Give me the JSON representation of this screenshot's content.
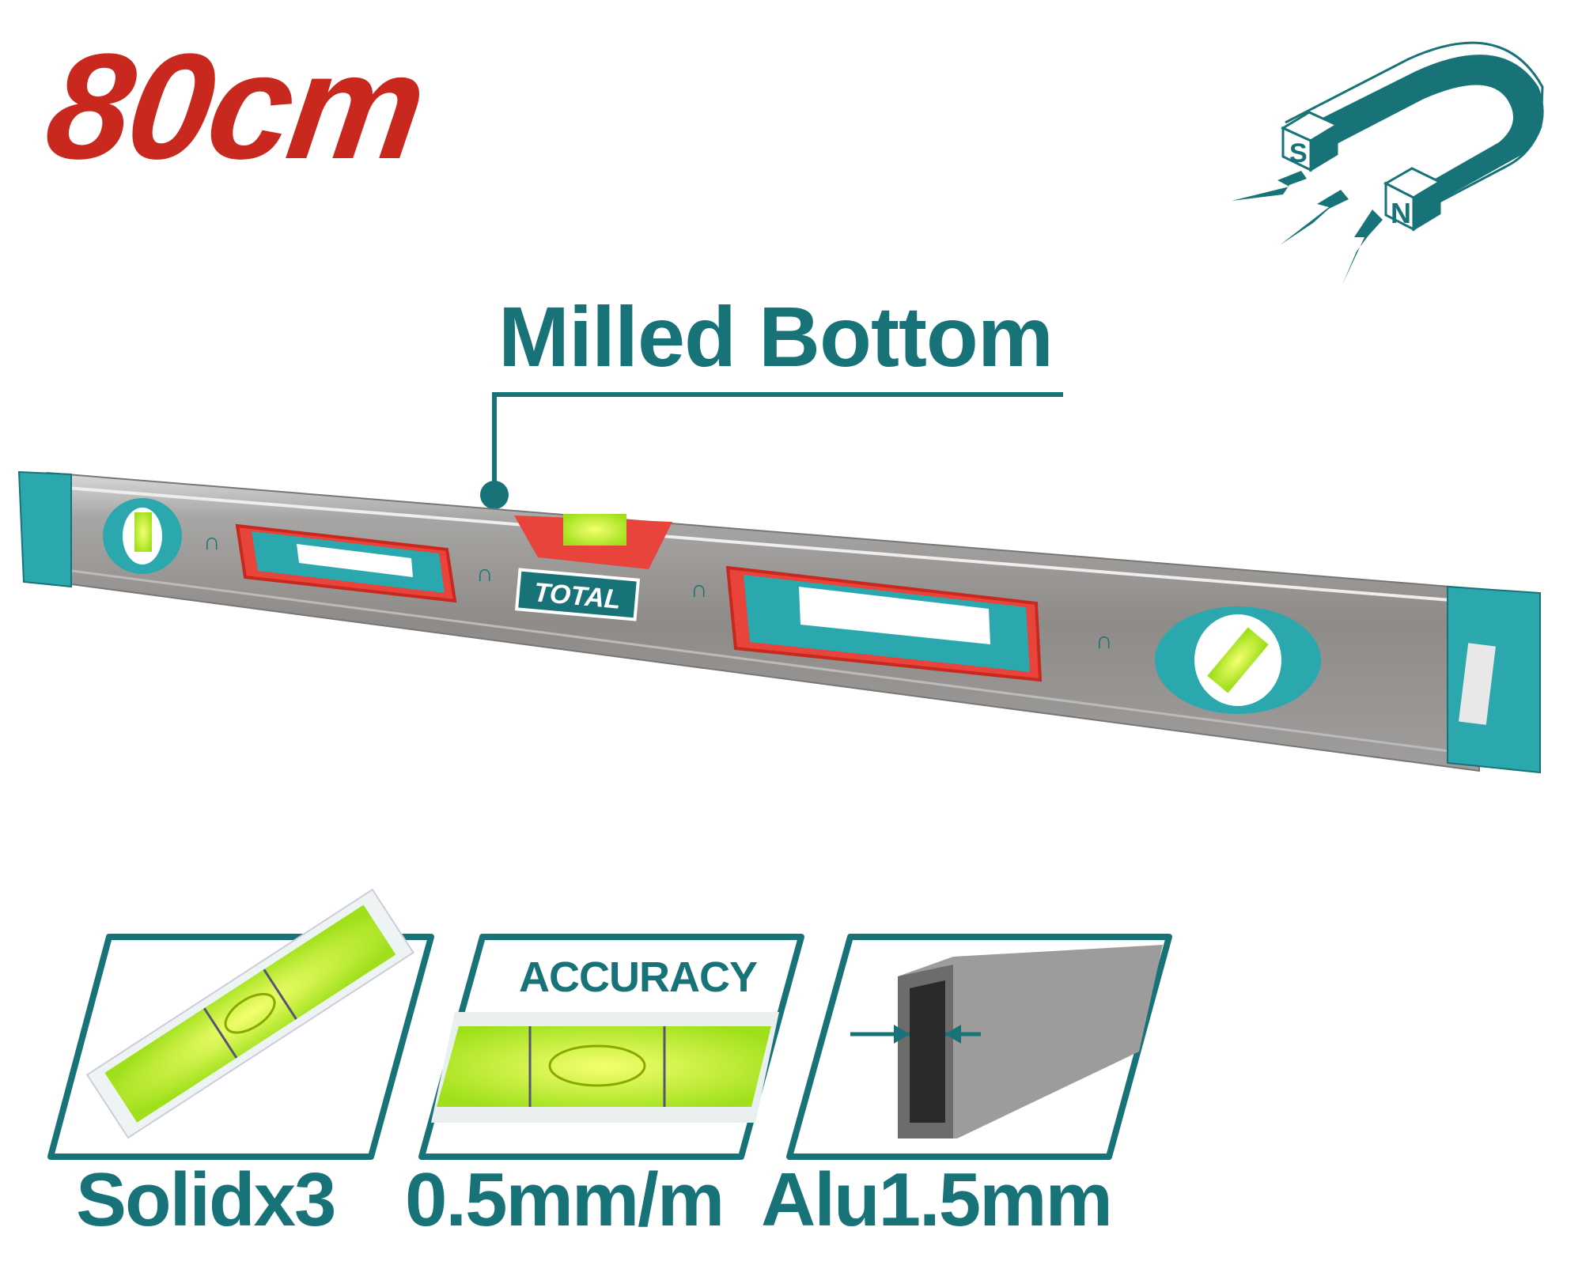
{
  "header": {
    "size_label": "80cm"
  },
  "feature": {
    "label": "Milled Bottom"
  },
  "brand": {
    "logo_text": "TOTAL"
  },
  "magnet_icon": {
    "poles": [
      "S",
      "N"
    ]
  },
  "specs": [
    {
      "label": "Solidx3",
      "panel": "solid-vial"
    },
    {
      "label": "0.5mm/m",
      "panel": "accuracy",
      "panel_title": "ACCURACY"
    },
    {
      "label": "Alu1.5mm",
      "panel": "aluminium-profile"
    }
  ],
  "colors": {
    "teal": "#177377",
    "red": "#c8281e",
    "accent_teal": "#2aa8ae",
    "vial_green": "#b8f020",
    "body_gray": "#8c8a88"
  }
}
